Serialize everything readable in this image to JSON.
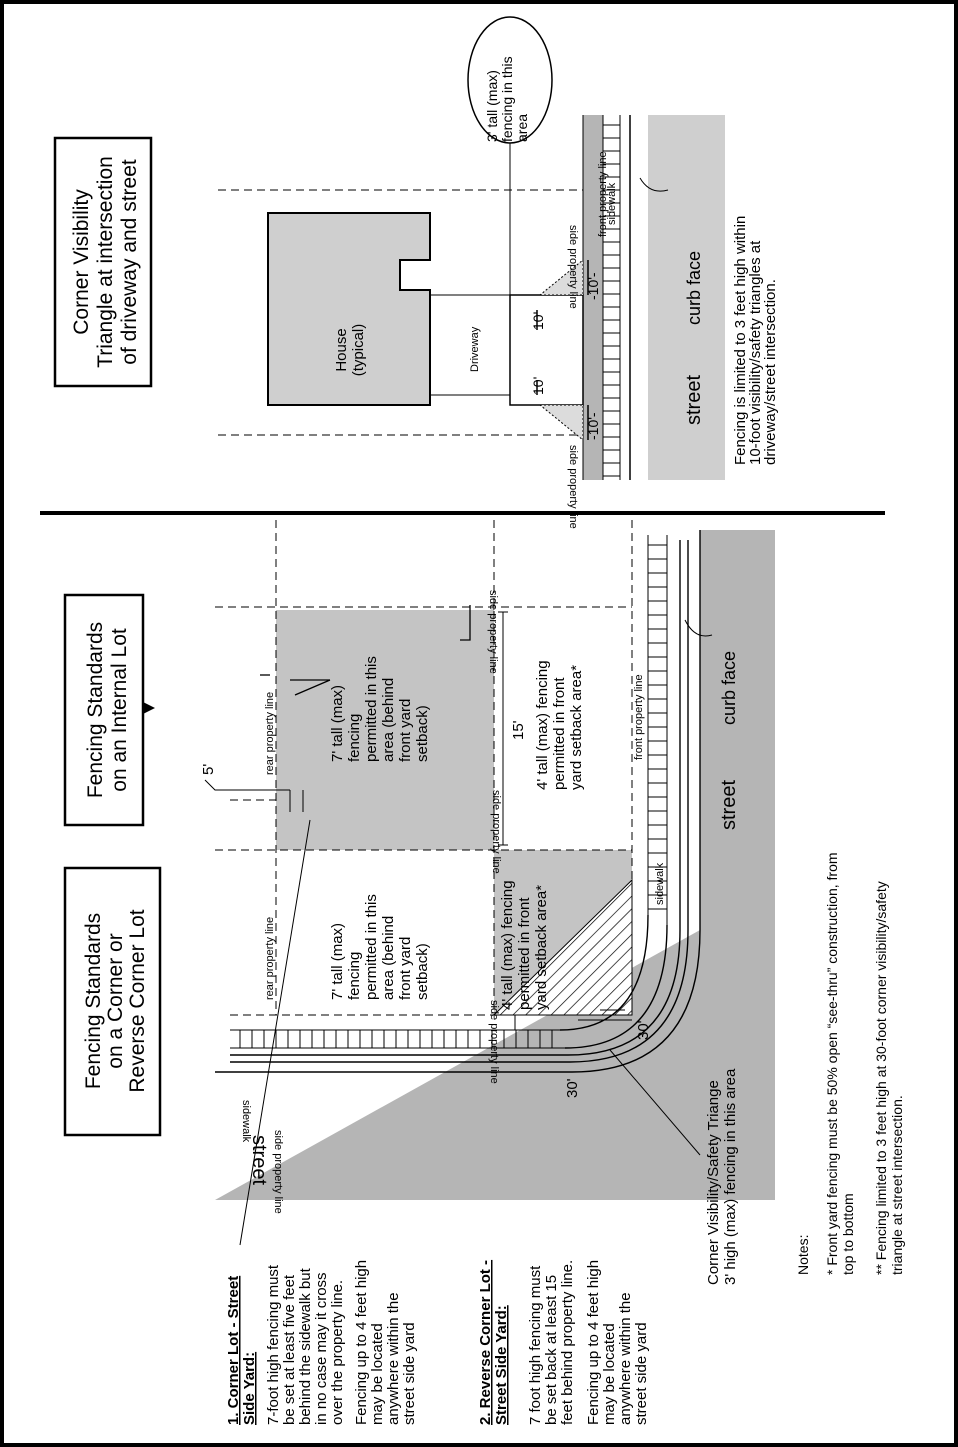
{
  "titles": {
    "corner_lot": [
      "Fencing Standards",
      "on a Corner or",
      "Reverse Corner Lot"
    ],
    "internal_lot": [
      "Fencing Standards",
      "on an Internal Lot"
    ],
    "visibility": [
      "Corner Visibility",
      "Triangle at intersection",
      "of driveway and street"
    ]
  },
  "labels": {
    "rear_property_line": "rear property line",
    "side_property_line": "side property line",
    "front_property_line": "front property line",
    "sidewalk": "sidewalk",
    "street": "street",
    "curb_face": "curb face",
    "seven_ft_lines": [
      "7' tall (max)",
      "fencing",
      "permitted in this",
      "area (behind",
      "front yard",
      "setback)"
    ],
    "four_ft_lines": [
      "4' tall (max) fencing",
      "permitted in front",
      "yard setback area*"
    ],
    "corner_triangle_lines": [
      "Corner Visibility/Safety Triange",
      "3' high (max) fencing in this area"
    ],
    "dim_5": "5'",
    "dim_15": "15'",
    "dim_30": "30'",
    "dim_10": "10'",
    "dim_10_dash": "-10'-",
    "house_lines": [
      "House",
      "(typical)"
    ],
    "driveway": "Driveway",
    "three_ft_bubble": [
      "3' tall (max)",
      "fencing in this",
      "area"
    ],
    "driveway_note": [
      "Fencing is limited to 3 feet high within",
      "10-foot visibility/safety triangles at",
      "driveway/street intersection."
    ]
  },
  "notes": {
    "heading": "Notes:",
    "star": [
      "*  Front yard fencing must be 50% open “see-thru” construction, from",
      "top to bottom"
    ],
    "double_star": [
      "**  Fencing limited to 3 feet high at 30-foot corner visibility/safety",
      "triangle at street intersection."
    ]
  },
  "side_text": {
    "heading1": [
      "1. Corner Lot - Street",
      "Side Yard:"
    ],
    "para1": [
      "7-foot high fencing must",
      "be set at least five feet",
      "behind the sidewalk but",
      "in no case may it cross",
      "over the property line."
    ],
    "para2": [
      "Fencing up to 4 feet high",
      "may be located",
      "anywhere within the",
      "street side yard"
    ],
    "heading2": [
      "2. Reverse Corner Lot -",
      "Street Side Yard:"
    ],
    "para3": [
      "7 foot high fencing must",
      "be set back at least 15",
      "feet behind property line."
    ],
    "para4": [
      "Fencing up to 4 feet high",
      "may be located",
      "anywhere within the",
      "street side yard"
    ]
  }
}
